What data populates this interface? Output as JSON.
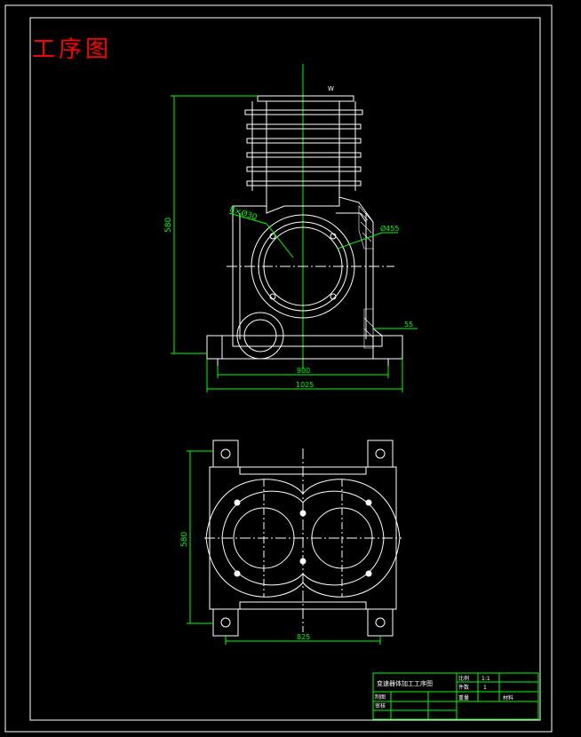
{
  "title": "工序图",
  "colors": {
    "background": "#000000",
    "title": "#ff0000",
    "dimension": "#00ff00",
    "outline": "#ffffff",
    "border": "#ffffff"
  },
  "front_view": {
    "dim_height": "580",
    "dim_width_inner": "900",
    "dim_width_outer": "1025",
    "dim_right": "55",
    "hole_callout": "8×Ø30",
    "bore_callout": "Ø455",
    "surface_mark": "W"
  },
  "top_view": {
    "dim_height": "580",
    "dim_width": "825"
  },
  "title_block": {
    "part_name": "变速器体加工工序图",
    "material_label": "比例",
    "material_value": "1:1",
    "count_label": "件数",
    "count_value": "1",
    "weight_label": "重量",
    "designer_label": "制图",
    "checker_label": "审核",
    "material2_label": "材料"
  }
}
